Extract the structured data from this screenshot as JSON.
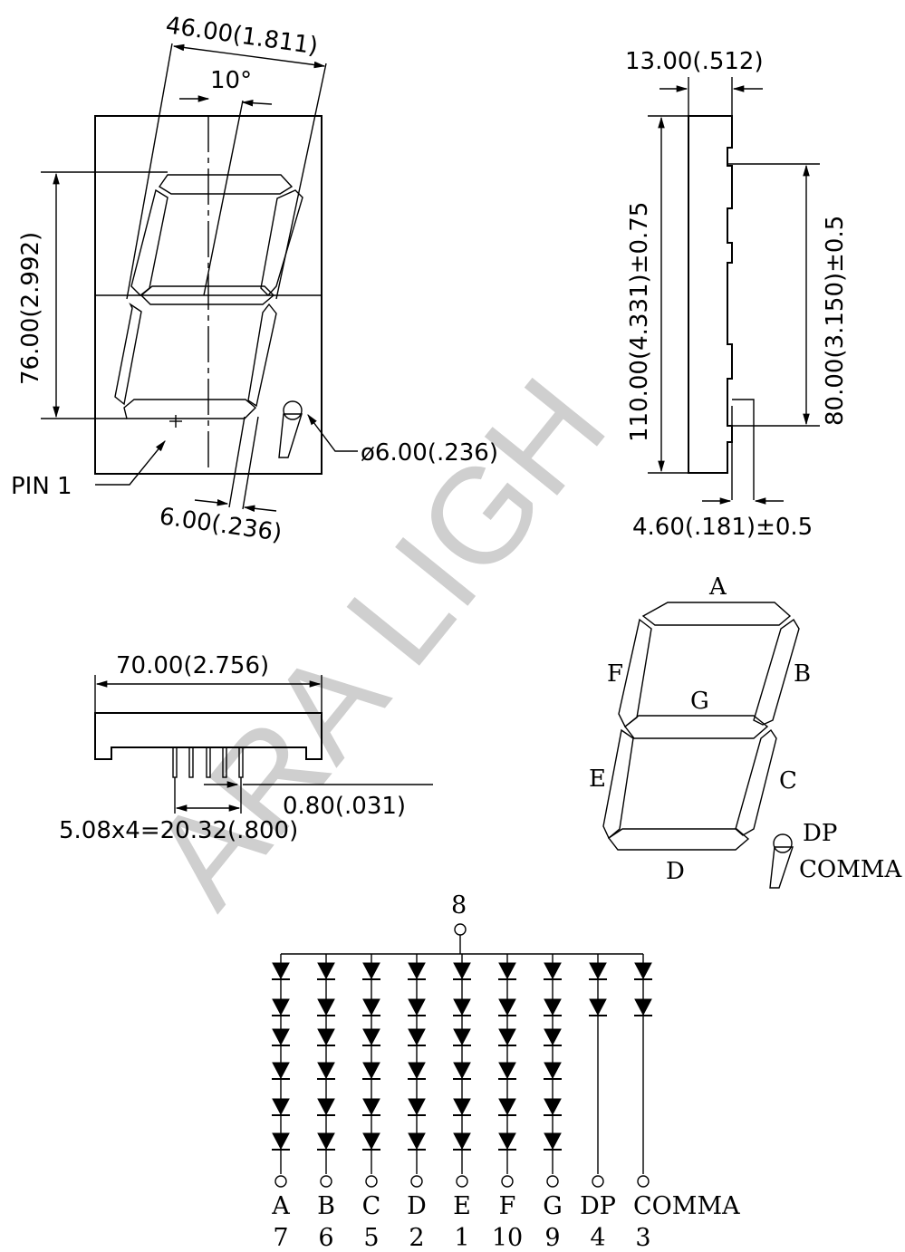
{
  "front_view": {
    "width_dim": "46.00(1.811)",
    "angle": "10°",
    "height_dim": "76.00(2.992)",
    "pin1_label": "PIN 1",
    "dp_diameter": "ø6.00(.236)",
    "segment_width": "6.00(.236)"
  },
  "side_view": {
    "depth_dim": "13.00(.512)",
    "overall_height": "110.00(4.331)±0.75",
    "pin_span": "80.00(3.150)±0.5",
    "pin_length": "4.60(.181)±0.5"
  },
  "bottom_view": {
    "width_dim": "70.00(2.756)",
    "pin_width": "0.80(.031)",
    "pin_pitch": "5.08x4=20.32(.800)"
  },
  "segment_map": {
    "A": "A",
    "B": "B",
    "C": "C",
    "D": "D",
    "E": "E",
    "F": "F",
    "G": "G",
    "dp": "DP",
    "comma": "COMMA"
  },
  "circuit": {
    "common_pin": "8",
    "columns": [
      {
        "segment": "A",
        "pin": "7"
      },
      {
        "segment": "B",
        "pin": "6"
      },
      {
        "segment": "C",
        "pin": "5"
      },
      {
        "segment": "D",
        "pin": "2"
      },
      {
        "segment": "E",
        "pin": "1"
      },
      {
        "segment": "F",
        "pin": "10"
      },
      {
        "segment": "G",
        "pin": "9"
      },
      {
        "segment": "DP",
        "pin": "4"
      },
      {
        "segment": "COMMA",
        "pin": "3"
      }
    ]
  },
  "watermark": "ARA LIGH"
}
